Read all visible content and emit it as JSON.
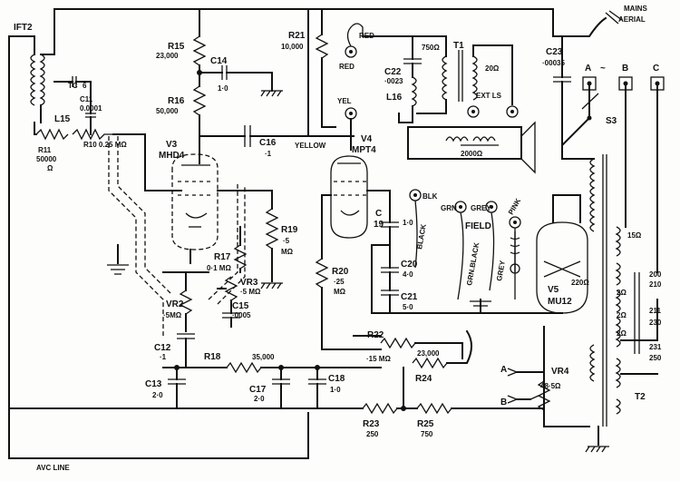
{
  "labels": {
    "ift2": "IFT2",
    "tc": "TC",
    "tc_val": "6",
    "c11": "C11",
    "c11_val": "0.0001",
    "l15": "L15",
    "r11": "R11",
    "r11_val": "50000",
    "r11_unit": "Ω",
    "r10": "R10 0.25 MΩ",
    "r15": "R15",
    "r15_val": "23,000",
    "c14": "C14",
    "c14_val": "1·0",
    "r16": "R16",
    "r16_val": "50,000",
    "c16": "C16",
    "c16_val": "·1",
    "v3": "V3",
    "v3_type": "MHD4",
    "r21": "R21",
    "r21_val": "10,000",
    "red1": "RED",
    "red2": "RED",
    "c22": "C22",
    "c22_val": "·0023",
    "l16": "L16",
    "t1_ohm": "750Ω",
    "t1": "T1",
    "t1_sec": "20Ω",
    "yel": "YEL",
    "yellow": "YELLOW",
    "v4": "V4",
    "v4_type": "MPT4",
    "ext_ls": "EXT LS",
    "field_ohm": "2000Ω",
    "blk": "BLK",
    "black": "BLACK",
    "grn": "GRN",
    "grey1": "GREY",
    "pink": "PINK",
    "field": "FIELD",
    "grn_black": "GRN.BLACK",
    "grey2": "GREY",
    "r19": "R19",
    "r19_val": "·5",
    "r19_unit": "MΩ",
    "r17": "R17",
    "r17_val": "0·1 MΩ",
    "vr3": "VR3",
    "vr3_val": "·5 MΩ",
    "c15": "C15",
    "c15_val": "·0005",
    "vr2": "VR2",
    "vr2_val": "·5MΩ",
    "c12": "C12",
    "c12_val": "·1",
    "r18": "R18",
    "r18_val": "35,000",
    "c13": "C13",
    "c13_val": "2·0",
    "c17": "C17",
    "c17_val": "2·0",
    "c18": "C18",
    "c18_val": "1·0",
    "c19": "C",
    "c19_num": "19",
    "c19_val": "1·0",
    "c20": "C20",
    "c20_val": "4·0",
    "c21": "C21",
    "c21_val": "5·0",
    "r20": "R20",
    "r20_val": "·25",
    "r20_unit": "MΩ",
    "r22": "R22",
    "r22_val": "·15 MΩ",
    "r24_val": "23,000",
    "r24": "R24",
    "r23": "R23",
    "r23_val": "250",
    "r25": "R25",
    "r25_val": "750",
    "avc": "AVC LINE",
    "mains": "MAINS",
    "aerial": "AERIAL",
    "c23": "C23",
    "c23_val": "·00035",
    "term_a": "A",
    "term_ac": "~",
    "term_b": "B",
    "term_c": "C",
    "s3": "S3",
    "v5": "V5",
    "v5_type": "MU12",
    "v5_ohm": "220Ω",
    "t2_15": "15Ω",
    "t2_2a": "2Ω",
    "t2_2b": "2Ω",
    "t2_2c": "2Ω",
    "tap200": "200",
    "tap210": "210",
    "tap211": "211",
    "tap230": "230",
    "tap231": "231",
    "tap250": "250",
    "vr4": "VR4",
    "vr4_val": "48·5Ω",
    "mains_a": "A",
    "mains_b": "B",
    "t2": "T2"
  }
}
